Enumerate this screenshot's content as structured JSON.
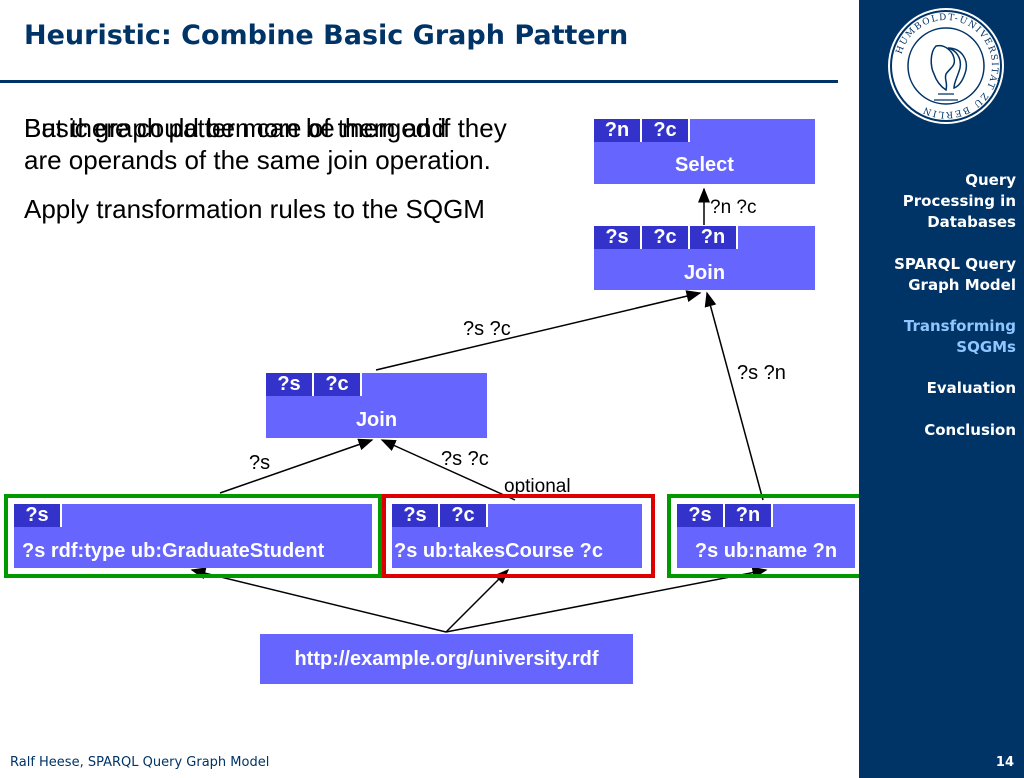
{
  "slide": {
    "title": "Heuristic: Combine Basic Graph Pattern",
    "bullet1": "Basic graph pattern can be merged if they are operands of the same join operation.",
    "bullet1_overlap": "But there could be more of them and",
    "bullet2": "Apply transformation rules to the SQGM",
    "footer": "Ralf Heese, SPARQL Query Graph Model",
    "page": "14"
  },
  "sidebar": {
    "logo_icon": "humboldt-university-seal",
    "seal_text": "HUMBOLDT-UNIVERSITÄT ZU BERLIN",
    "items": [
      {
        "label": "Query\nProcessing in\nDatabases",
        "active": false
      },
      {
        "label": "SPARQL Query\nGraph Model",
        "active": false
      },
      {
        "label": "Transforming\nSQGMs",
        "active": true
      },
      {
        "label": "Evaluation",
        "active": false
      },
      {
        "label": "Conclusion",
        "active": false
      }
    ]
  },
  "diagram": {
    "nodes": {
      "select": {
        "vars": [
          "?n",
          "?c"
        ],
        "label": "Select"
      },
      "join_top": {
        "vars": [
          "?s",
          "?c",
          "?n"
        ],
        "label": "Join"
      },
      "join_mid": {
        "vars": [
          "?s",
          "?c"
        ],
        "label": "Join"
      },
      "pattern_graduate": {
        "vars": [
          "?s"
        ],
        "label": "?s rdf:type ub:GraduateStudent"
      },
      "pattern_course": {
        "vars": [
          "?s",
          "?c"
        ],
        "label": "?s ub:takesCourse ?c"
      },
      "pattern_name": {
        "vars": [
          "?s",
          "?n"
        ],
        "label": "?s ub:name ?n"
      },
      "source": {
        "label": "http://example.org/university.rdf"
      }
    },
    "edge_labels": {
      "select_in": "?n ?c",
      "top_left": "?s ?c",
      "top_right": "?s ?n",
      "mid_left": "?s",
      "mid_right": "?s ?c",
      "optional": "optional"
    },
    "colors": {
      "node": "#6666ff",
      "tag": "#3333cc",
      "green_frame": "#009900",
      "red_frame": "#dd0000"
    }
  }
}
